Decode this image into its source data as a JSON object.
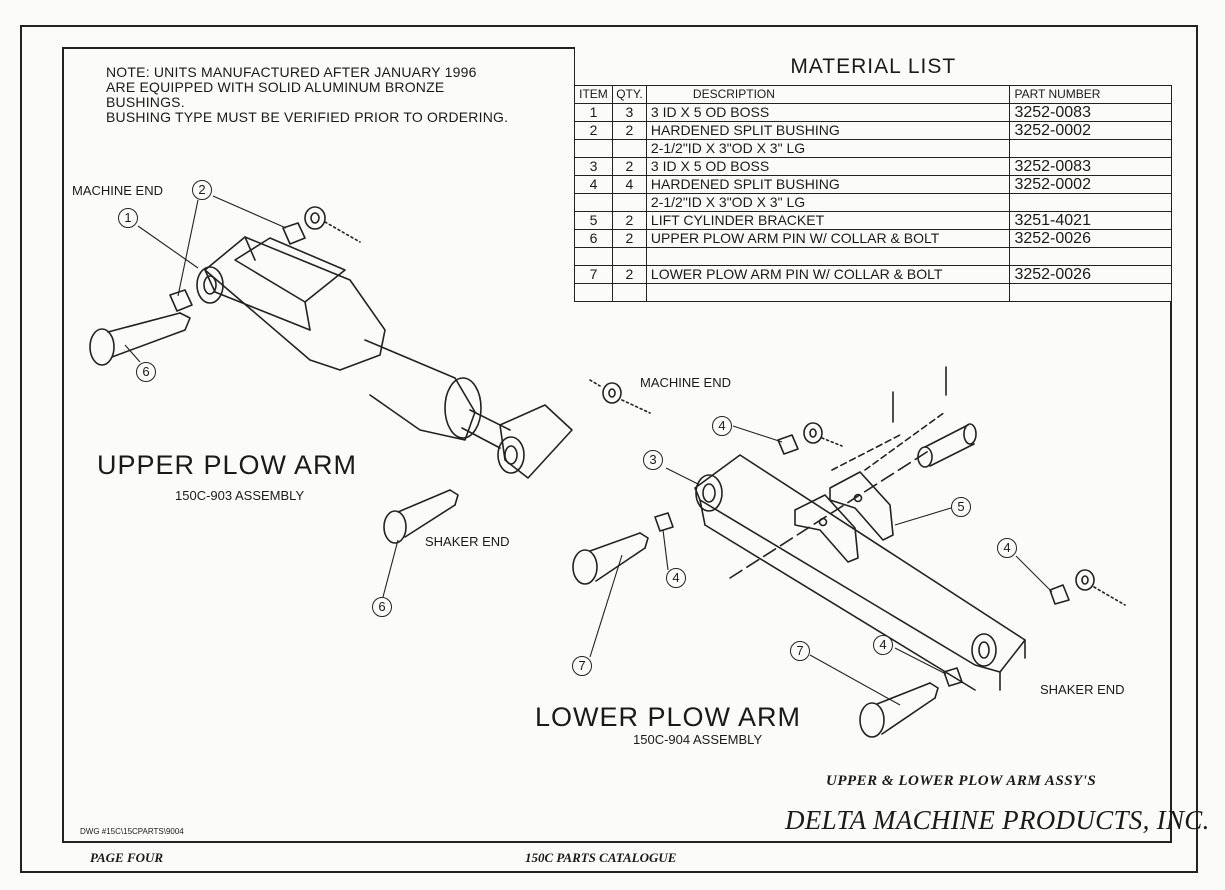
{
  "note": {
    "lines": [
      "NOTE: UNITS MANUFACTURED AFTER JANUARY 1996",
      "ARE EQUIPPED WITH SOLID ALUMINUM BRONZE",
      "BUSHINGS.",
      "BUSHING TYPE MUST BE VERIFIED PRIOR TO ORDERING."
    ]
  },
  "material_list": {
    "title": "MATERIAL LIST",
    "headers": {
      "item": "ITEM",
      "qty": "QTY.",
      "description": "DESCRIPTION",
      "part_number": "PART NUMBER"
    },
    "rows": [
      {
        "item": "1",
        "qty": "3",
        "description": "3 ID X 5 OD BOSS",
        "part_number": "3252-0083"
      },
      {
        "item": "2",
        "qty": "2",
        "description": "HARDENED SPLIT BUSHING",
        "part_number": "3252-0002"
      },
      {
        "item": "",
        "qty": "",
        "description": "2-1/2\"ID X 3\"OD X 3\" LG",
        "part_number": ""
      },
      {
        "item": "3",
        "qty": "2",
        "description": "3 ID X 5 OD BOSS",
        "part_number": "3252-0083"
      },
      {
        "item": "4",
        "qty": "4",
        "description": "HARDENED SPLIT BUSHING",
        "part_number": "3252-0002"
      },
      {
        "item": "",
        "qty": "",
        "description": "2-1/2\"ID X 3\"OD X 3\" LG",
        "part_number": ""
      },
      {
        "item": "5",
        "qty": "2",
        "description": "LIFT CYLINDER BRACKET",
        "part_number": "3251-4021"
      },
      {
        "item": "6",
        "qty": "2",
        "description": "UPPER PLOW ARM PIN W/ COLLAR & BOLT",
        "part_number": "3252-0026"
      },
      {
        "item": "",
        "qty": "",
        "description": "",
        "part_number": ""
      },
      {
        "item": "7",
        "qty": "2",
        "description": "LOWER PLOW ARM PIN W/ COLLAR & BOLT",
        "part_number": "3252-0026"
      },
      {
        "item": "",
        "qty": "",
        "description": "",
        "part_number": ""
      }
    ]
  },
  "labels": {
    "machine_end_upper": "MACHINE END",
    "machine_end_lower": "MACHINE END",
    "shaker_end_upper": "SHAKER END",
    "shaker_end_lower": "SHAKER END"
  },
  "upper_arm": {
    "title": "UPPER PLOW ARM",
    "assembly": "150C-903 ASSEMBLY"
  },
  "lower_arm": {
    "title": "LOWER PLOW ARM",
    "assembly": "150C-904 ASSEMBLY"
  },
  "balloons": {
    "b1": "1",
    "b2": "2",
    "b6a": "6",
    "b6b": "6",
    "b3": "3",
    "b4a": "4",
    "b4b": "4",
    "b4c": "4",
    "b4d": "4",
    "b5": "5",
    "b7a": "7",
    "b7b": "7"
  },
  "title_block": {
    "subtitle": "UPPER & LOWER PLOW ARM ASSY'S",
    "company": "DELTA MACHINE PRODUCTS, INC.",
    "drawing_number": "DWG #15C\\15CPARTS\\9004"
  },
  "footer": {
    "page": "PAGE FOUR",
    "catalogue": "150C PARTS CATALOGUE"
  }
}
